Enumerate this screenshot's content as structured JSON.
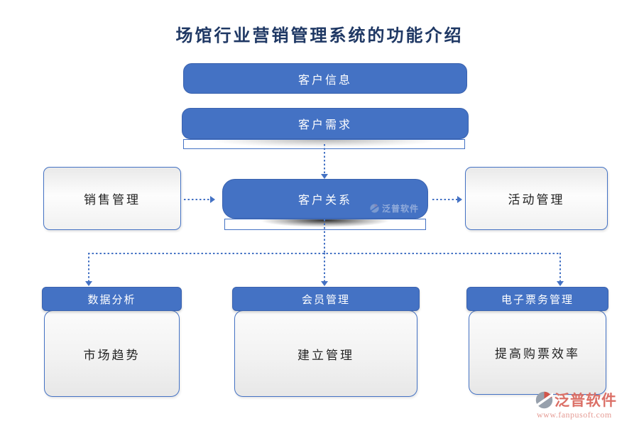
{
  "title": "场馆行业营销管理系统的功能介绍",
  "flow": {
    "customer_info": "客户信息",
    "customer_demand": "客户需求",
    "sales": "销售管理",
    "relation": "客户关系",
    "activity": "活动管理"
  },
  "bottom_groups": [
    {
      "header": "数据分析",
      "body": "市场趋势"
    },
    {
      "header": "会员管理",
      "body": "建立管理"
    },
    {
      "header": "电子票务管理",
      "body": "提高购票效率"
    }
  ],
  "watermark": {
    "text": "泛普软件"
  },
  "footer_logo": {
    "text": "泛普软件",
    "url": "www.fanpusoft.com"
  },
  "colors": {
    "node_blue": "#4472C4",
    "node_border_blue": "#3a62ae",
    "connector_blue": "#4472C4",
    "title_navy": "#1F3864",
    "logo_red": "#DB6F66",
    "logo_gray": "#97A0AC"
  }
}
